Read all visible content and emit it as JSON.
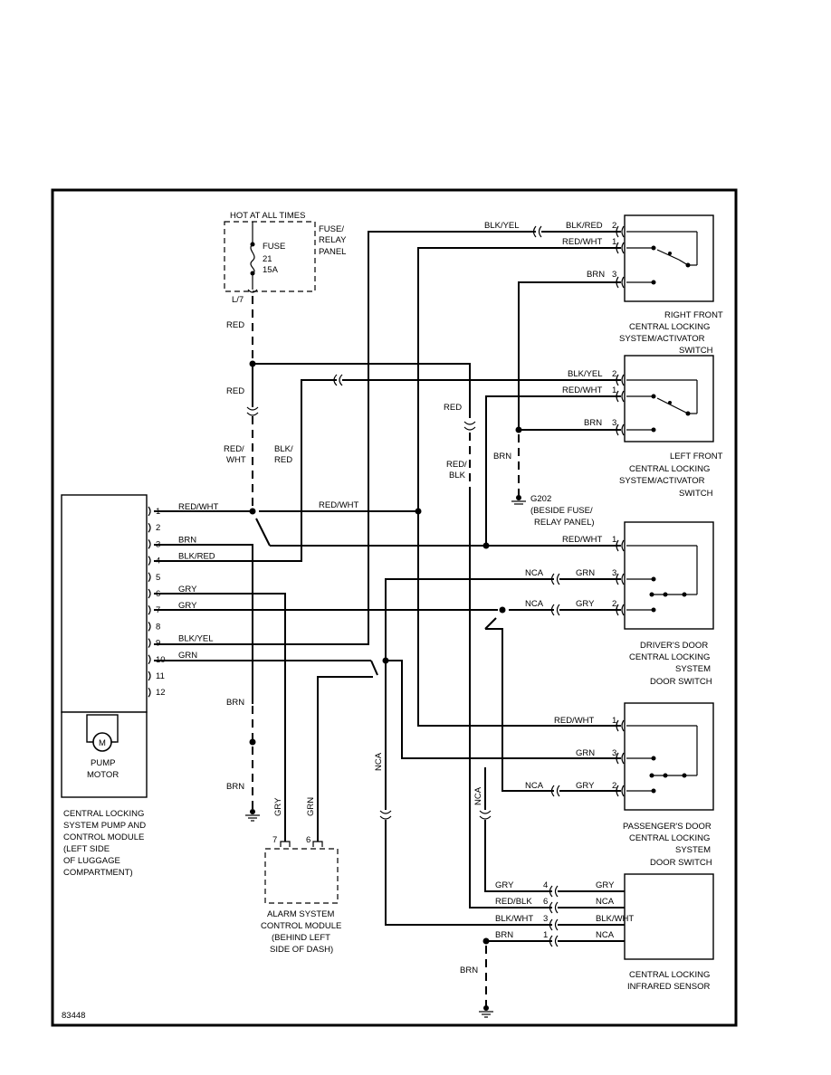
{
  "figure_id": "83448",
  "power": {
    "hot_label": "HOT AT ALL TIMES",
    "fuse_panel": [
      "FUSE/",
      "RELAY",
      "PANEL"
    ],
    "fuse": [
      "FUSE",
      "21",
      "15A"
    ],
    "terminal": "L/7"
  },
  "wire_labels": {
    "red_1": "RED",
    "red_2": "RED",
    "red_wht_v": [
      "RED/",
      "WHT"
    ],
    "blk_red_v": [
      "BLK/",
      "RED"
    ],
    "red_wht_h": "RED/WHT",
    "red_v": "RED",
    "red_blk_v": [
      "RED/",
      "BLK"
    ],
    "brn_ground_left": "BRN",
    "brn_ground_left_2": "BRN",
    "gry_alarm": "GRY",
    "grn_alarm": "GRN",
    "nca_left": "NCA",
    "nca_mid": "NCA",
    "brn_g202": "BRN",
    "brn_bottom": "BRN"
  },
  "ground_g202": [
    "G202",
    "(BESIDE FUSE/",
    "RELAY PANEL)"
  ],
  "pump_module": {
    "pins": [
      "1",
      "2",
      "3",
      "4",
      "5",
      "6",
      "7",
      "8",
      "9",
      "10",
      "11",
      "12"
    ],
    "pin_wires": {
      "1": "RED/WHT",
      "3": "BRN",
      "4": "BLK/RED",
      "6": "GRY",
      "7": "GRY",
      "9": "BLK/YEL",
      "10": "GRN"
    },
    "motor_symbol": "M",
    "motor_label": [
      "PUMP",
      "MOTOR"
    ],
    "caption": [
      "CENTRAL LOCKING",
      "SYSTEM PUMP AND",
      "CONTROL MODULE",
      "(LEFT SIDE",
      "OF LUGGAGE",
      "COMPARTMENT)"
    ]
  },
  "alarm_module": {
    "pin7": "7",
    "pin6": "6",
    "caption": [
      "ALARM SYSTEM",
      "CONTROL MODULE",
      "(BEHIND LEFT",
      "SIDE OF DASH)"
    ]
  },
  "right_front": {
    "wire_top": "BLK/YEL",
    "pins": [
      {
        "n": "2",
        "wire": "BLK/RED"
      },
      {
        "n": "1",
        "wire": "RED/WHT"
      },
      {
        "n": "3",
        "wire": "BRN"
      }
    ],
    "caption": [
      "RIGHT FRONT",
      "CENTRAL LOCKING",
      "SYSTEM/ACTIVATOR",
      "SWITCH"
    ]
  },
  "left_front": {
    "pins": [
      {
        "n": "2",
        "wire": "BLK/YEL"
      },
      {
        "n": "1",
        "wire": "RED/WHT"
      },
      {
        "n": "3",
        "wire": "BRN"
      }
    ],
    "caption": [
      "LEFT FRONT",
      "CENTRAL LOCKING",
      "SYSTEM/ACTIVATOR",
      "SWITCH"
    ]
  },
  "drivers_door": {
    "pins": [
      {
        "n": "1",
        "wire": "RED/WHT",
        "outer": ""
      },
      {
        "n": "3",
        "wire": "GRN",
        "outer": "NCA"
      },
      {
        "n": "2",
        "wire": "GRY",
        "outer": "NCA"
      }
    ],
    "caption": [
      "DRIVER'S DOOR",
      "CENTRAL LOCKING",
      "SYSTEM",
      "DOOR SWITCH"
    ]
  },
  "passengers_door": {
    "pins": [
      {
        "n": "1",
        "wire": "RED/WHT",
        "outer": ""
      },
      {
        "n": "3",
        "wire": "GRN",
        "outer": ""
      },
      {
        "n": "2",
        "wire": "GRY",
        "outer": "NCA"
      }
    ],
    "caption": [
      "PASSENGER'S DOOR",
      "CENTRAL LOCKING",
      "SYSTEM",
      "DOOR SWITCH"
    ]
  },
  "ir_sensor": {
    "pins": [
      {
        "n": "4",
        "left": "GRY",
        "right": "GRY"
      },
      {
        "n": "6",
        "left": "RED/BLK",
        "right": "NCA"
      },
      {
        "n": "3",
        "left": "BLK/WHT",
        "right": "BLK/WHT"
      },
      {
        "n": "1",
        "left": "BRN",
        "right": "NCA"
      }
    ],
    "caption": [
      "CENTRAL LOCKING",
      "INFRARED SENSOR"
    ]
  }
}
